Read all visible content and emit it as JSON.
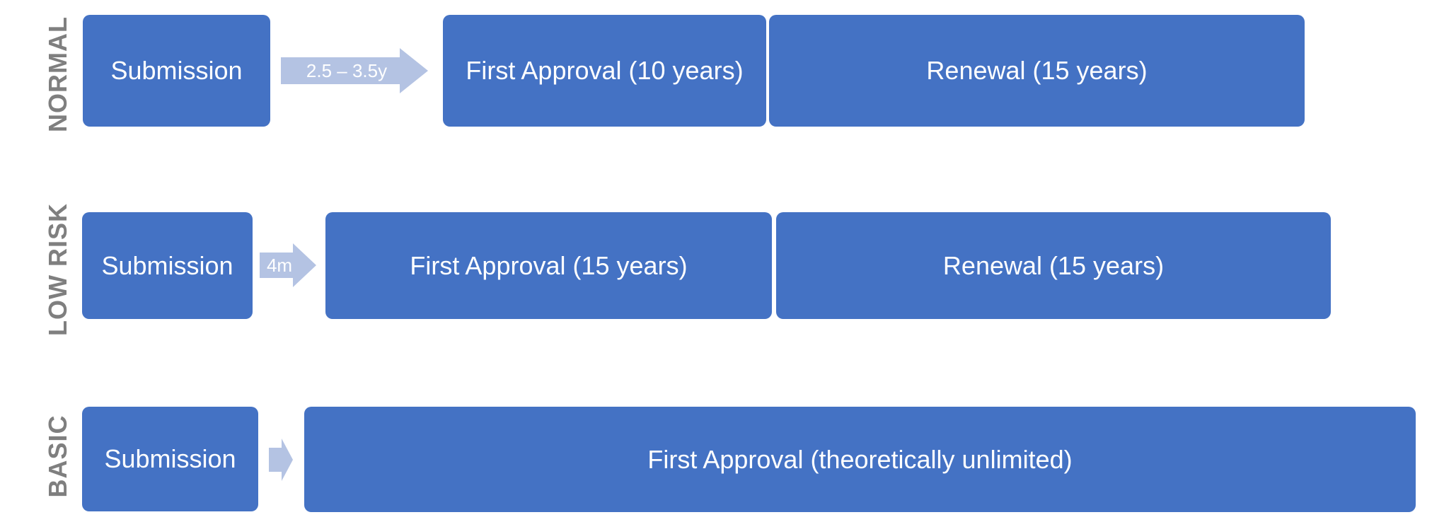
{
  "colors": {
    "box_fill": "#4472c4",
    "arrow_fill": "#b4c3e3",
    "label_text": "#7f7f7f",
    "box_text": "#ffffff"
  },
  "rows": [
    {
      "label": "NORMAL",
      "submission": "Submission",
      "arrow_label": "2.5 – 3.5y",
      "first_approval": "First Approval (10 years)",
      "renewal": "Renewal (15 years)"
    },
    {
      "label": "LOW RISK",
      "submission": "Submission",
      "arrow_label": "4m",
      "first_approval": "First Approval (15 years)",
      "renewal": "Renewal (15 years)"
    },
    {
      "label": "BASIC",
      "submission": "Submission",
      "arrow_label": "",
      "first_approval": "First Approval (theoretically unlimited)"
    }
  ]
}
